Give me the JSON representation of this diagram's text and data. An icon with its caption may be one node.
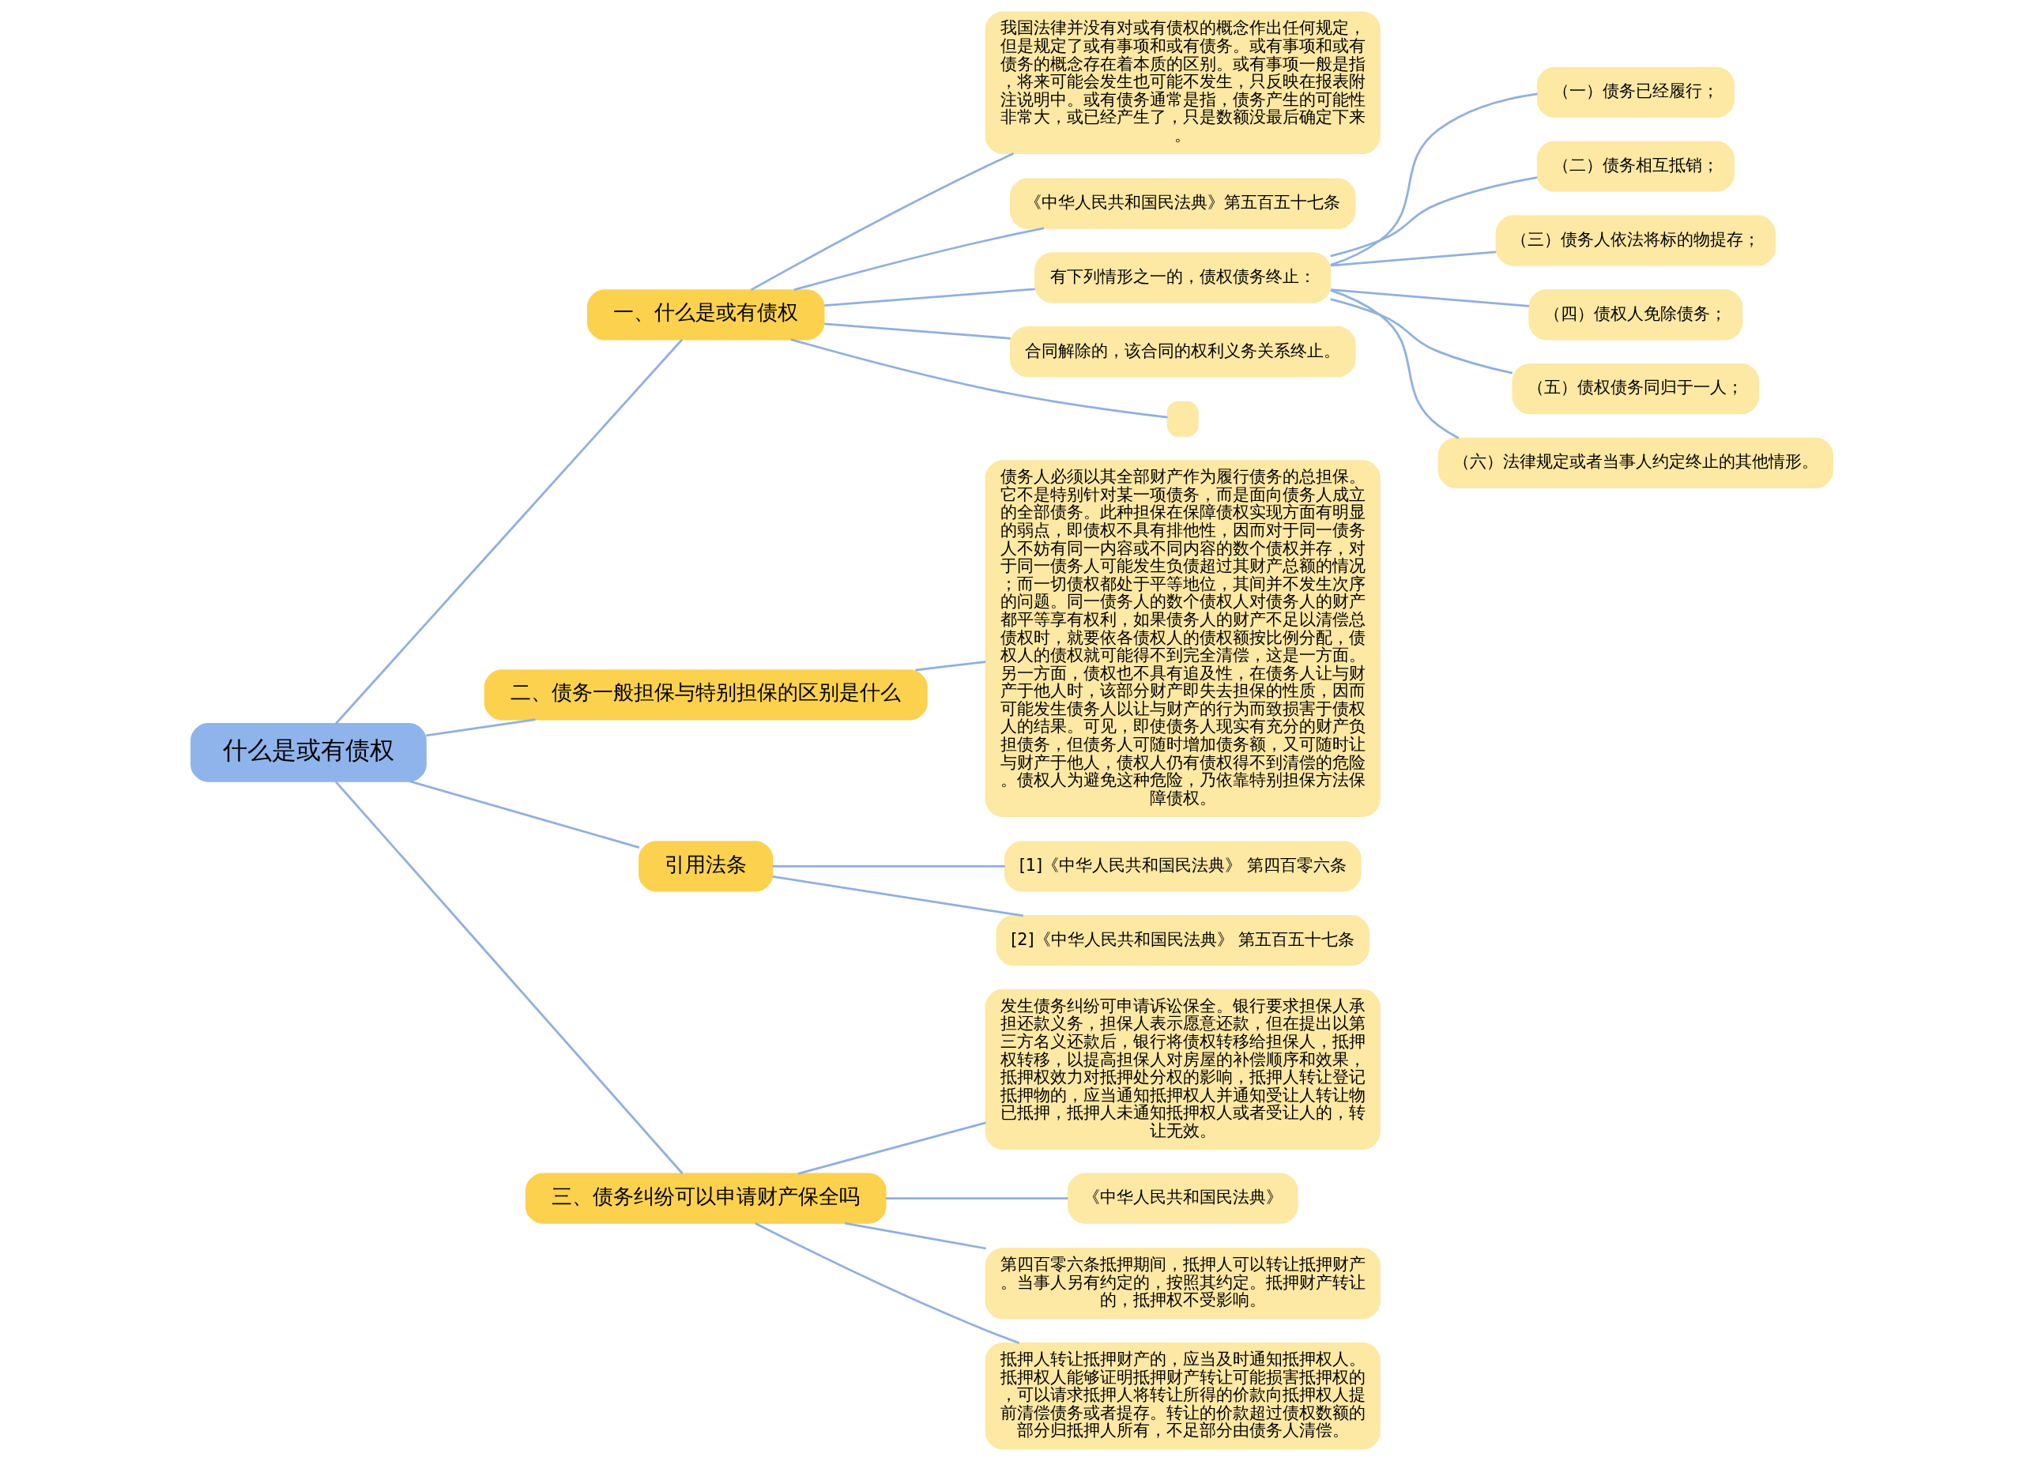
{
  "diagram": {
    "nodes": [
      {
        "text": [
          "什么是或有债权"
        ]
      },
      {
        "text": [
          "一、什么是或有债权"
        ]
      },
      {
        "text": [
          "我国法律并没有对或有债权的概念作出任何规定，但是规定了或有事项和或有债务。或有事项和或有债务的概念存在着本质的区别。或有事项一般是指，将来可能会发生也可能不发生，只反映在报表附注说明中。或有债务通常是指，债务产生的可能性非常大，或已经产生了，只是数额没最后确定下来。"
        ]
      },
      {
        "text": [
          "《中华人民共和国民法典》第五百五十七条"
        ]
      },
      {
        "text": [
          "有下列情形之一的，债权债务终止："
        ]
      },
      {
        "text": [
          "（一）债务已经履行；"
        ]
      },
      {
        "text": [
          "（二）债务相互抵销；"
        ]
      },
      {
        "text": [
          "（三）债务人依法将标的物提存；"
        ]
      },
      {
        "text": [
          "（四）债权人免除债务；"
        ]
      },
      {
        "text": [
          "（五）债权债务同归于一人；"
        ]
      },
      {
        "text": [
          "（六）法律规定或者当事人约定终止的其他情形。"
        ]
      },
      {
        "text": [
          "合同解除的，该合同的权利义务关系终止。"
        ]
      },
      {
        "text": [],
        "shape": "box"
      },
      {
        "text": [
          "二、债务一般担保与特别担保的区别是什么"
        ]
      },
      {
        "text": [
          "债务人必须以其全部财产作为履行债务的总担保。它不是特别针对某一项债务，而是面向债务人成立的全部债务。此种担保在保障债权实现方面有明显的弱点，即债权不具有排他性，因而对于同一债务人不妨有同一内容或不同内容的数个债权并存，对于同一债务人可能发生负债超过其财产总额的情况；而一切债权都处于平等地位，其间并不发生次序的问题。同一债务人的数个债权人对债务人的财产都平等享有权利，如果债务人的财产不足以清偿总债权时，就要依各债权人的债权额按比例分配，债权人的债权就可能得不到完全清偿，这是一方面。另一方面，债权也不具有追及性，在债务人让与财产于他人时，该部分财产即失去担保的性质，因而可能发生债务人以让与财产的行为而致损害于债权人的结果。可见，即使债务人现实有充分的财产负担债务，但债务人可随时增加债务额，又可随时让与财产于他人，债权人仍有债权得不到清偿的危险。债权人为避免这种危险，乃依靠特别担保方法保障债权。"
        ]
      },
      {
        "text": [
          "引用法条"
        ]
      },
      {
        "text": [
          "[1]《中华人民共和国民法典》 第四百零六条"
        ]
      },
      {
        "text": [
          "[2]《中华人民共和国民法典》 第五百五十七条"
        ]
      },
      {
        "text": [
          "三、债务纠纷可以申请财产保全吗"
        ]
      },
      {
        "text": [
          "发生债务纠纷可申请诉讼保全。银行要求担保人承担还款义务，担保人表示愿意还款，但在提出以第三方名义还款后，银行将债权转移给担保人，抵押权转移，以提高担保人对房屋的补偿顺序和效果，抵押权效力对抵押处分权的影响，抵押人转让登记抵押物的，应当通知抵押权人并通知受让人转让物已抵押，抵押人未通知抵押权人或者受让人的，转让无效。"
        ]
      },
      {
        "text": [
          "《中华人民共和国民法典》"
        ]
      },
      {
        "text": [
          "第四百零六条抵押期间，抵押人可以转让抵押财产。当事人另有约定的，按照其约定。抵押财产转让的，抵押权不受影响。"
        ]
      },
      {
        "text": [
          "抵押人转让抵押财产的，应当及时通知抵押权人。抵押权人能够证明抵押财产转让可能损害抵押权的，可以请求抵押人将转让所得的价款向抵押权人提前清偿债务或者提存。转让的价款超过债权数额的部分归抵押人所有，不足部分由债务人清偿。"
        ]
      }
    ],
    "edges": [
      {
        "from": 0,
        "to": 1,
        "arrow": "none"
      },
      {
        "from": 1,
        "to": 2,
        "arrow": "none"
      },
      {
        "from": 1,
        "to": 3,
        "arrow": "none"
      },
      {
        "from": 1,
        "to": 4,
        "arrow": "none"
      },
      {
        "from": 4,
        "to": 5,
        "arrow": "none"
      },
      {
        "from": 4,
        "to": 6,
        "arrow": "none"
      },
      {
        "from": 4,
        "to": 7,
        "arrow": "none"
      },
      {
        "from": 4,
        "to": 8,
        "arrow": "none"
      },
      {
        "from": 4,
        "to": 9,
        "arrow": "none"
      },
      {
        "from": 4,
        "to": 10,
        "arrow": "none"
      },
      {
        "from": 1,
        "to": 11,
        "arrow": "none"
      },
      {
        "from": 1,
        "to": 12,
        "arrow": "none"
      },
      {
        "from": 0,
        "to": 13,
        "arrow": "none"
      },
      {
        "from": 13,
        "to": 14,
        "arrow": "none"
      },
      {
        "from": 0,
        "to": 15,
        "arrow": "none"
      },
      {
        "from": 15,
        "to": 16,
        "arrow": "none"
      },
      {
        "from": 15,
        "to": 17,
        "arrow": "none"
      },
      {
        "from": 0,
        "to": 18,
        "arrow": "none"
      },
      {
        "from": 18,
        "to": 19,
        "arrow": "none"
      },
      {
        "from": 18,
        "to": 20,
        "arrow": "none"
      },
      {
        "from": 18,
        "to": 21,
        "arrow": "none"
      },
      {
        "from": 18,
        "to": 22,
        "arrow": "none"
      }
    ]
  }
}
